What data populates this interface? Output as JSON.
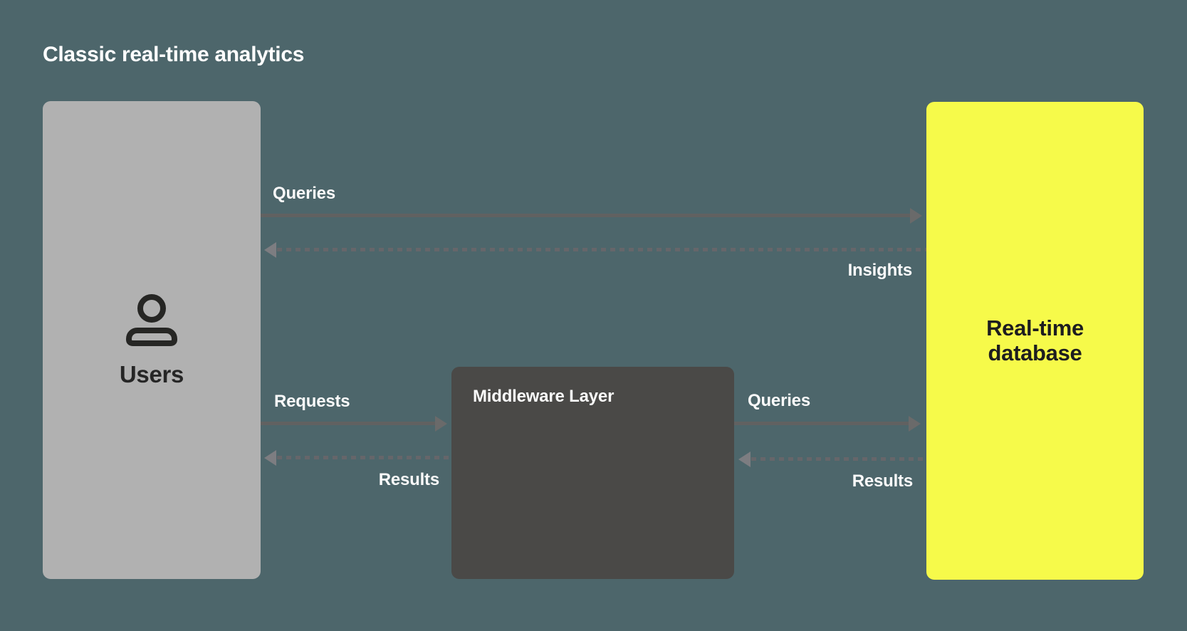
{
  "title": "Classic real-time analytics",
  "diagram": {
    "nodes": {
      "users": {
        "label": "Users",
        "color": "#b1b1b1",
        "text_color": "#262626",
        "icon": "person-icon"
      },
      "middleware": {
        "label": "Middleware Layer",
        "color": "#4a4947",
        "text_color": "#fafafa"
      },
      "database": {
        "label": "Real-time database",
        "color": "#f6fa4a",
        "text_color": "#1d1d1f"
      }
    },
    "edges": [
      {
        "id": "queries-top",
        "from": "users",
        "to": "database",
        "label": "Queries",
        "style": "solid",
        "direction": "right"
      },
      {
        "id": "insights",
        "from": "database",
        "to": "users",
        "label": "Insights",
        "style": "dashed",
        "direction": "left"
      },
      {
        "id": "requests",
        "from": "users",
        "to": "middleware",
        "label": "Requests",
        "style": "solid",
        "direction": "right"
      },
      {
        "id": "results-left",
        "from": "middleware",
        "to": "users",
        "label": "Results",
        "style": "dashed",
        "direction": "left"
      },
      {
        "id": "queries-mid",
        "from": "middleware",
        "to": "database",
        "label": "Queries",
        "style": "solid",
        "direction": "right"
      },
      {
        "id": "results-right",
        "from": "database",
        "to": "middleware",
        "label": "Results",
        "style": "dashed",
        "direction": "left"
      }
    ]
  },
  "colors": {
    "background": "#4d666b",
    "solid_arrow": "#616161",
    "dashed_arrow": "#66666a",
    "title_text": "#ffffff"
  }
}
